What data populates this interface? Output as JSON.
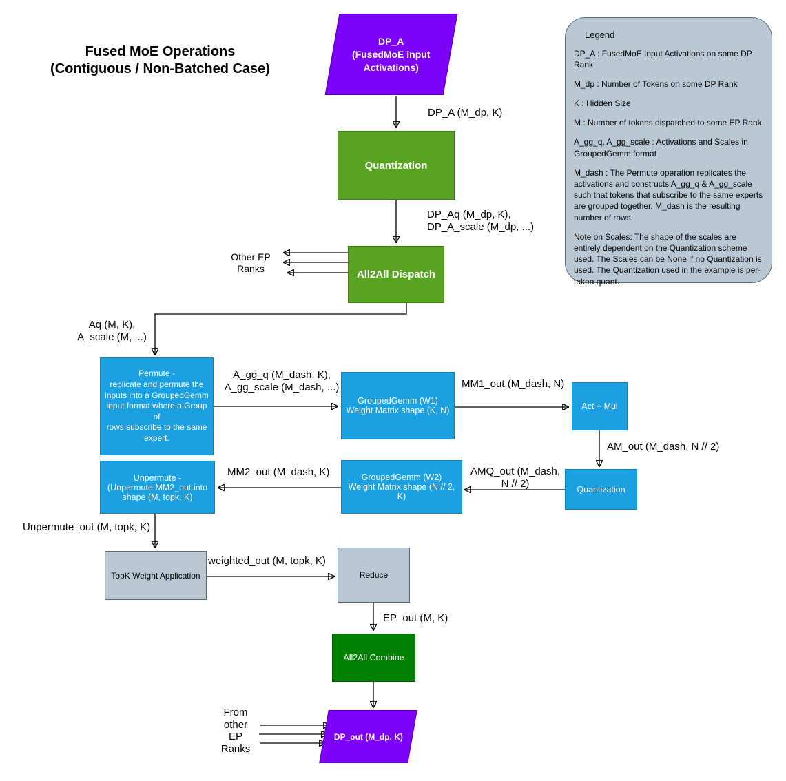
{
  "title": {
    "text": "Fused MoE Operations\n(Contiguous / Non-Batched Case)"
  },
  "nodes": {
    "dp_a": {
      "label": "DP_A\n(FusedMoE input\nActivations)"
    },
    "quantization1": {
      "label": "Quantization"
    },
    "all2all_dispatch": {
      "label": "All2All Dispatch"
    },
    "permute": {
      "label": "Permute -\nreplicate and permute the\ninputs into a GroupedGemm\ninput format where a Group of\nrows subscribe to the same\nexpert."
    },
    "grouped_gemm_w1": {
      "label": "GroupedGemm (W1)\nWeight Matrix shape (K, N)"
    },
    "act_mul": {
      "label": "Act + Mul"
    },
    "quantization2": {
      "label": "Quantization"
    },
    "grouped_gemm_w2": {
      "label": "GroupedGemm (W2)\nWeight Matrix shape (N // 2, K)"
    },
    "unpermute": {
      "label": "Unpermute -\n(Unpermute MM2_out  into\nshape (M, topk, K)"
    },
    "topk": {
      "label": "TopK Weight Application"
    },
    "reduce": {
      "label": "Reduce"
    },
    "all2all_combine": {
      "label": "All2All Combine"
    },
    "dp_out": {
      "label": "DP_out (M_dp, K)"
    }
  },
  "edge_labels": {
    "dp_a_arrow": "DP_A (M_dp, K)",
    "dp_aq": "DP_Aq (M_dp, K),\nDP_A_scale (M_dp, ...)",
    "other_ep_ranks": "Other EP\nRanks",
    "aq": "Aq (M, K),\nA_scale (M, ...)",
    "a_gg": "A_gg_q (M_dash, K),\nA_gg_scale (M_dash, ...)",
    "mm1_out": "MM1_out (M_dash, N)",
    "am_out": "AM_out (M_dash, N // 2)",
    "amq_out": "AMQ_out (M_dash,\nN // 2)",
    "mm2_out": "MM2_out (M_dash, K)",
    "unpermute_out": "Unpermute_out (M, topk, K)",
    "weighted_out": "weighted_out (M, topk, K)",
    "ep_out": "EP_out (M, K)",
    "from_other_ep": "From\nother\nEP\nRanks"
  },
  "legend": {
    "title": "Legend",
    "items": [
      "DP_A : FusedMoE Input Activations on some DP Rank",
      "M_dp : Number of Tokens on some DP Rank",
      "K : Hidden Size",
      "M : Number of tokens dispatched to some EP Rank",
      "A_gg_q, A_gg_scale : Activations and Scales in GroupedGemm format",
      "M_dash : The Permute operation replicates the activations and constructs A_gg_q & A_gg_scale such that tokens that subscribe to the same experts are grouped together. M_dash is the resulting number of rows.",
      "Note on Scales: The shape of the scales are entirely dependent on the Quantization scheme used. The Scales can be None if no Quantization is used. The Quantization used in the example is per-token quant."
    ]
  },
  "colors": {
    "purple": "#7d00f8",
    "green": "#59a322",
    "blue": "#1ba1e2",
    "gray": "#bac8d4",
    "dark_green": "#008000",
    "legend_bg": "#bac8d4"
  }
}
